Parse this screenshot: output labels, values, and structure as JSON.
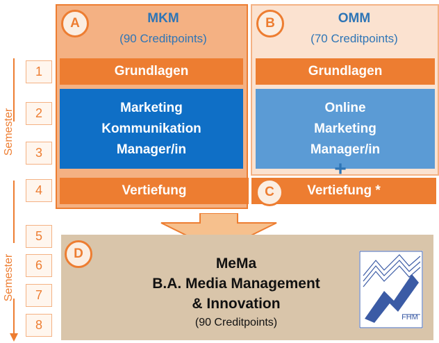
{
  "columns": {
    "a": {
      "badge": "A",
      "title": "MKM",
      "credits": "(90 Creditpoints)"
    },
    "b": {
      "badge": "B",
      "title": "OMM",
      "credits": "(70 Creditpoints)"
    }
  },
  "rows": {
    "grundlagen_a": "Grundlagen",
    "grundlagen_b": "Grundlagen",
    "core_a": [
      "Marketing",
      "Kommunikation",
      "Manager/in"
    ],
    "core_b": [
      "Online",
      "Marketing",
      "Manager/in"
    ],
    "plus": "+",
    "vertiefung_a": "Vertiefung",
    "vertiefung_b": "Vertiefung *",
    "badge_c": "C"
  },
  "semester_axis": {
    "label": "Semester",
    "numbers": [
      "1",
      "2",
      "3",
      "4",
      "5",
      "6",
      "7",
      "8"
    ]
  },
  "mema": {
    "badge": "D",
    "line1": "MeMa",
    "line2": "B.A. Media Management",
    "line3": "& Innovation",
    "credits": "(90 Creditpoints)",
    "logo_text": "FHM"
  },
  "colors": {
    "orange": "#ed7d31",
    "light_orange": "#f4b183",
    "blue": "#0f6fc6",
    "light_blue": "#5b9bd5",
    "beige": "#d9c5aa"
  }
}
